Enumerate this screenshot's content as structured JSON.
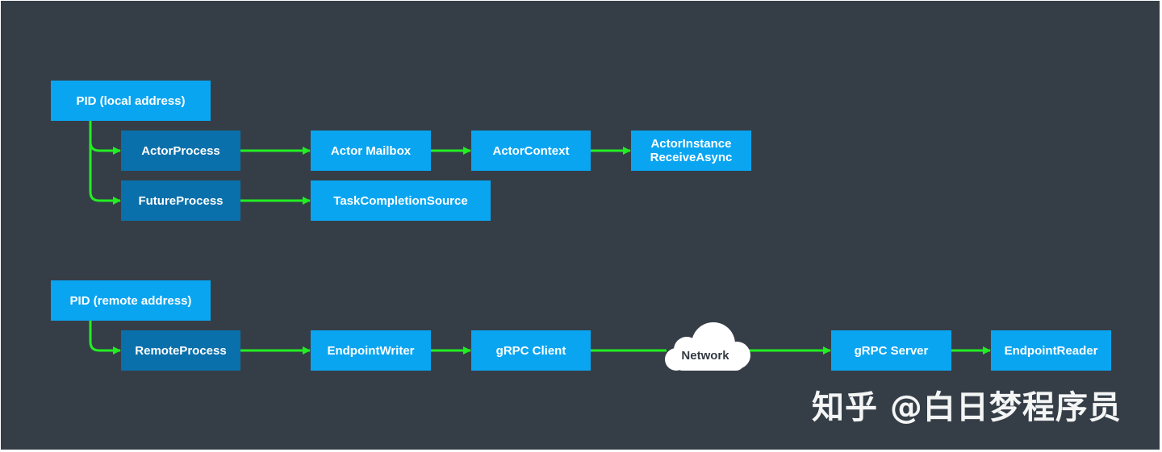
{
  "nodes": {
    "pid_local": "PID (local address)",
    "actor_process": "ActorProcess",
    "actor_mailbox": "Actor Mailbox",
    "actor_context": "ActorContext",
    "actor_instance": "ActorInstance\nReceiveAsync",
    "future_process": "FutureProcess",
    "task_completion_source": "TaskCompletionSource",
    "pid_remote": "PID (remote address)",
    "remote_process": "RemoteProcess",
    "endpoint_writer": "EndpointWriter",
    "grpc_client": "gRPC Client",
    "network": "Network",
    "grpc_server": "gRPC Server",
    "endpoint_reader": "EndpointReader"
  },
  "edges": [
    {
      "from": "pid_local",
      "to": "actor_process"
    },
    {
      "from": "pid_local",
      "to": "future_process"
    },
    {
      "from": "actor_process",
      "to": "actor_mailbox"
    },
    {
      "from": "actor_mailbox",
      "to": "actor_context"
    },
    {
      "from": "actor_context",
      "to": "actor_instance"
    },
    {
      "from": "future_process",
      "to": "task_completion_source"
    },
    {
      "from": "pid_remote",
      "to": "remote_process"
    },
    {
      "from": "remote_process",
      "to": "endpoint_writer"
    },
    {
      "from": "endpoint_writer",
      "to": "grpc_client"
    },
    {
      "from": "grpc_client",
      "to": "network"
    },
    {
      "from": "network",
      "to": "grpc_server"
    },
    {
      "from": "grpc_server",
      "to": "endpoint_reader"
    }
  ],
  "colors": {
    "background": "#353e47",
    "box_light": "#0aa5f0",
    "box_dark": "#0a70ab",
    "arrow": "#22ee22",
    "cloud": "#ffffff"
  },
  "watermark": "知乎 @白日梦程序员"
}
